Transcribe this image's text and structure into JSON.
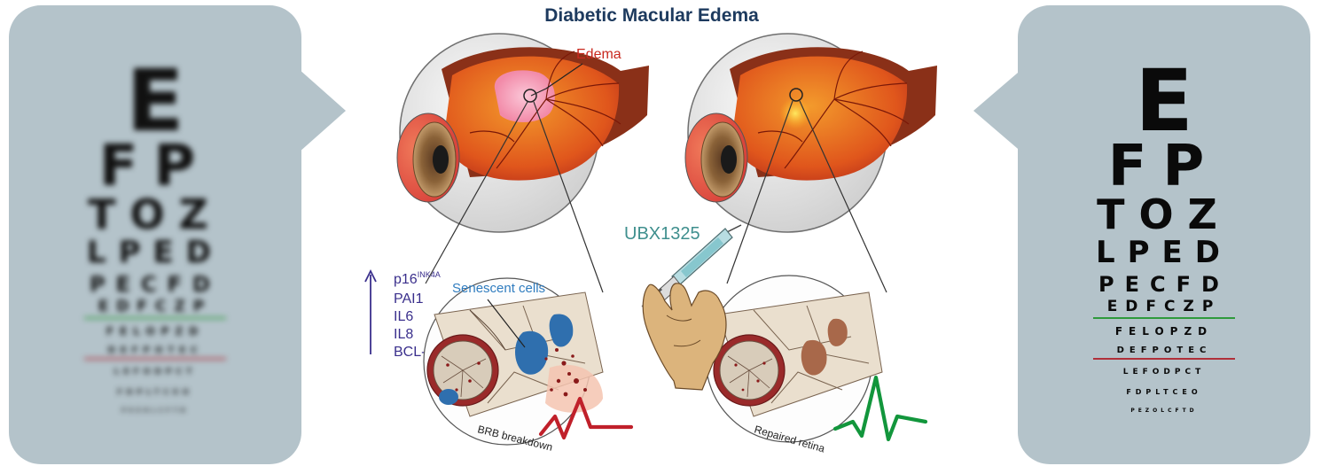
{
  "title": "Diabetic Macular Edema",
  "labels": {
    "edema": "Edema",
    "drug": "UBX1325",
    "senescent": "Senescent cells",
    "brb": "BRB breakdown",
    "repaired": "Repaired retina"
  },
  "markers": {
    "p16_base": "p16",
    "p16_sup": "INK4A",
    "items": [
      "PAI1",
      "IL6",
      "IL8",
      "BCL-xL"
    ]
  },
  "eye_chart": {
    "rows": [
      "E",
      "FP",
      "TOZ",
      "LPED",
      "PECFD",
      "EDFCZP",
      "FELOPZD",
      "DEFPOTEC",
      "LEFODPCT",
      "FDPLTCEO",
      "PEZOLCFTD"
    ]
  },
  "colors": {
    "title": "#1d3a5e",
    "edema_label": "#c8281e",
    "drug_label": "#3f8f8e",
    "marker_text": "#3a2f8c",
    "senescent_label": "#2f7cbf",
    "panel": "#b4c3ca",
    "bad_wave": "#c0202a",
    "good_wave": "#12963c"
  }
}
